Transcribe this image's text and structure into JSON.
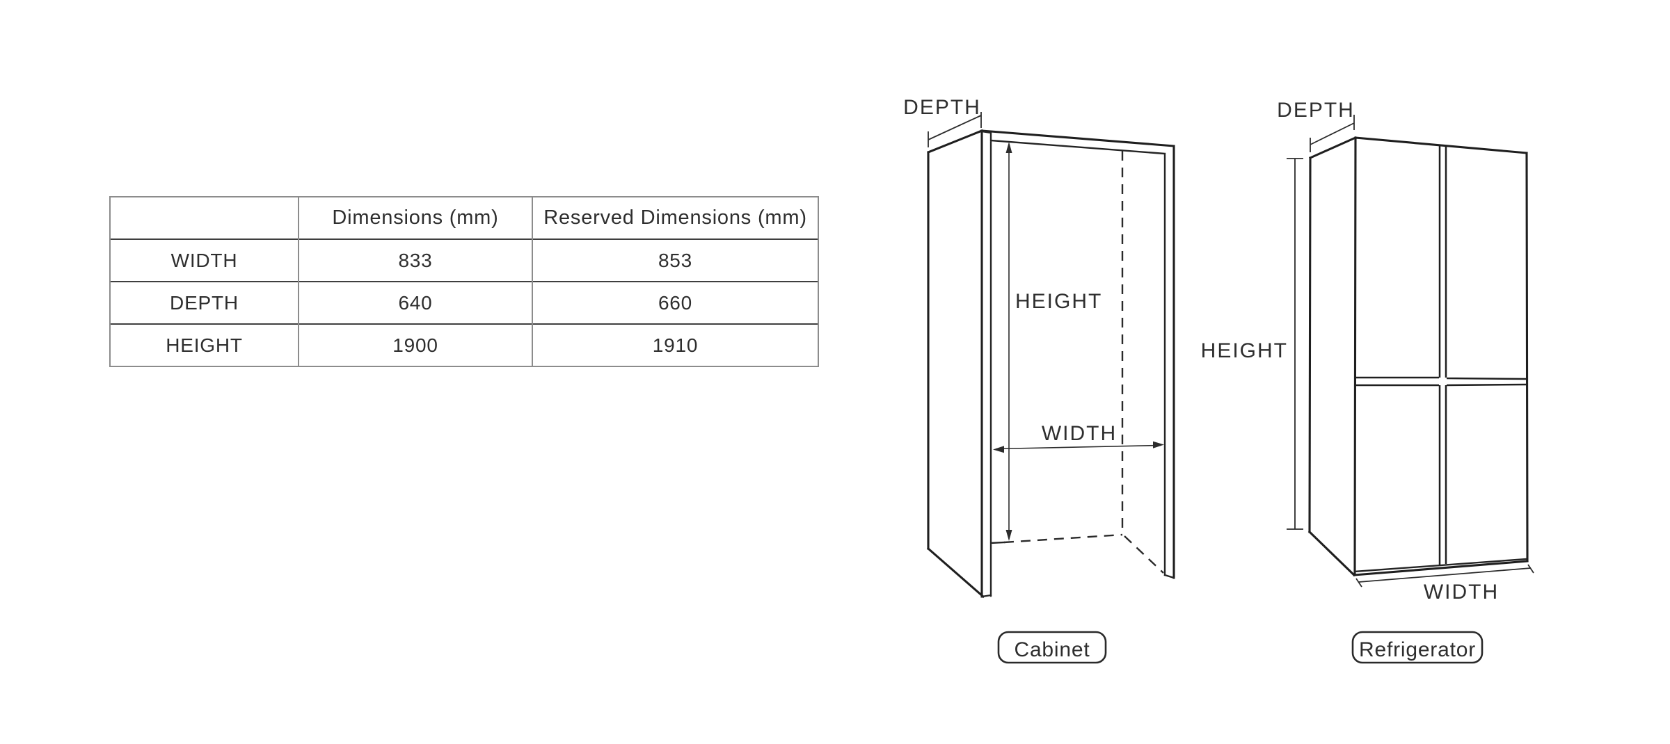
{
  "table": {
    "headers": [
      "",
      "Dimensions (mm)",
      "Reserved Dimensions (mm)"
    ],
    "rows": [
      {
        "label": "WIDTH",
        "dimensions": "833",
        "reserved": "853"
      },
      {
        "label": "DEPTH",
        "dimensions": "640",
        "reserved": "660"
      },
      {
        "label": "HEIGHT",
        "dimensions": "1900",
        "reserved": "1910"
      }
    ]
  },
  "cabinet": {
    "caption": "Cabinet",
    "depth_label": "DEPTH",
    "height_label": "HEIGHT",
    "width_label": "WIDTH"
  },
  "refrigerator": {
    "caption": "Refrigerator",
    "depth_label": "DEPTH",
    "height_label": "HEIGHT",
    "width_label": "WIDTH"
  },
  "colors": {
    "background": "#ffffff",
    "line_ink": "#1f1f1f",
    "text_ink": "#2e2e2e",
    "table_border_light": "#8c8c8c",
    "table_border_dark": "#3f3f3f"
  }
}
